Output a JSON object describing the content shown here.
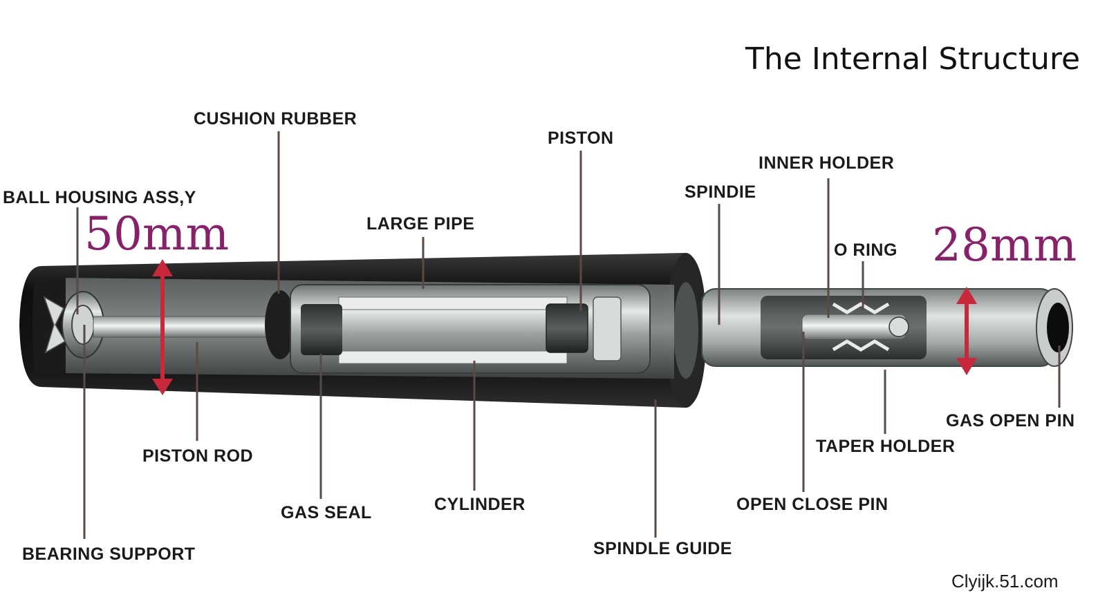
{
  "title": "The Internal Structure",
  "credit": "Clyijk.51.com",
  "dimensions": {
    "large_diameter": "50mm",
    "small_diameter": "28mm"
  },
  "labels": {
    "cushion_rubber": "CUSHION RUBBER",
    "piston": "PISTON",
    "inner_holder": "INNER HOLDER",
    "ball_housing": "BALL HOUSING ASS,Y",
    "spindie": "SPINDIE",
    "large_pipe": "LARGE PIPE",
    "o_ring": "O RING",
    "gas_open_pin": "GAS OPEN PIN",
    "taper_holder": "TAPER HOLDER",
    "piston_rod": "PISTON ROD",
    "gas_seal": "GAS SEAL",
    "cylinder": "CYLINDER",
    "open_close_pin": "OPEN CLOSE PIN",
    "spindle_guide": "SPINDLE GUIDE",
    "bearing_support": "BEARING SUPPORT"
  },
  "colors": {
    "dimension_text": "#8a1f6a",
    "dimension_arrow": "#c8283a",
    "outer_tube": "#1c1c1c",
    "metal": "#b9bdbd"
  }
}
